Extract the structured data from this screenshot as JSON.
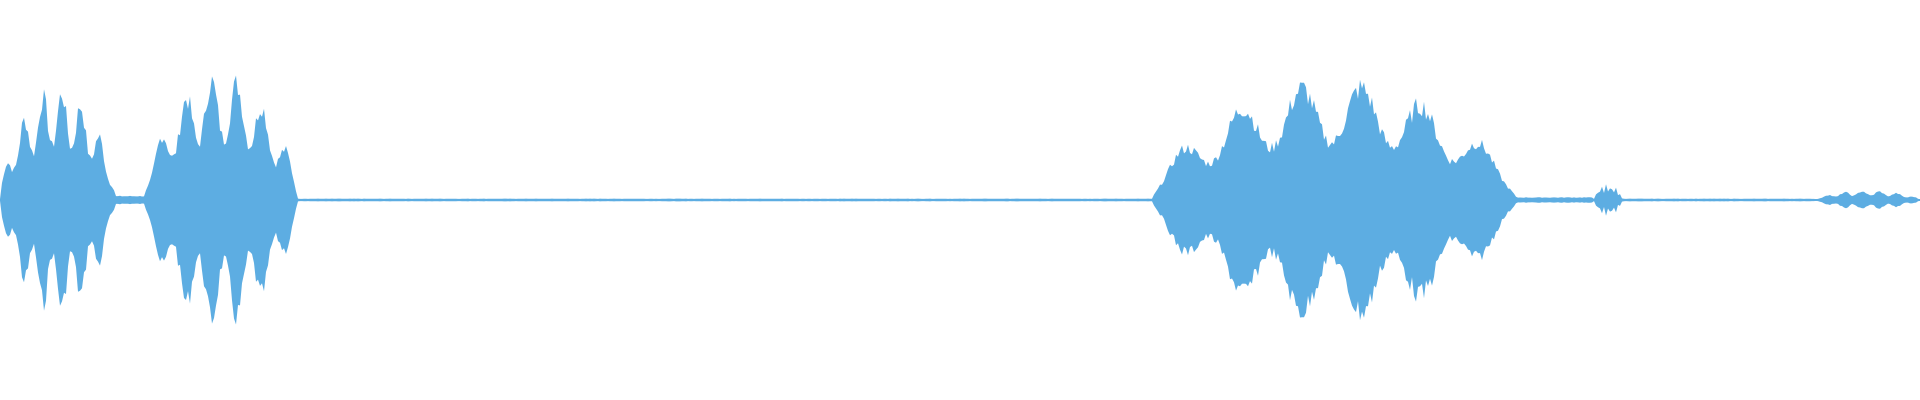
{
  "waveform": {
    "color": "#5dade2",
    "segments": [
      {
        "start": 0.0,
        "end": 0.06,
        "level": 0.85
      },
      {
        "start": 0.06,
        "end": 0.075,
        "level": 0.03
      },
      {
        "start": 0.075,
        "end": 0.155,
        "level": 0.95
      },
      {
        "start": 0.155,
        "end": 0.6,
        "level": 0.01
      },
      {
        "start": 0.6,
        "end": 0.79,
        "level": 0.9
      },
      {
        "start": 0.79,
        "end": 0.83,
        "level": 0.02
      },
      {
        "start": 0.83,
        "end": 0.845,
        "level": 0.12
      },
      {
        "start": 0.845,
        "end": 0.945,
        "level": 0.01
      },
      {
        "start": 0.945,
        "end": 1.0,
        "level": 0.07
      }
    ]
  }
}
